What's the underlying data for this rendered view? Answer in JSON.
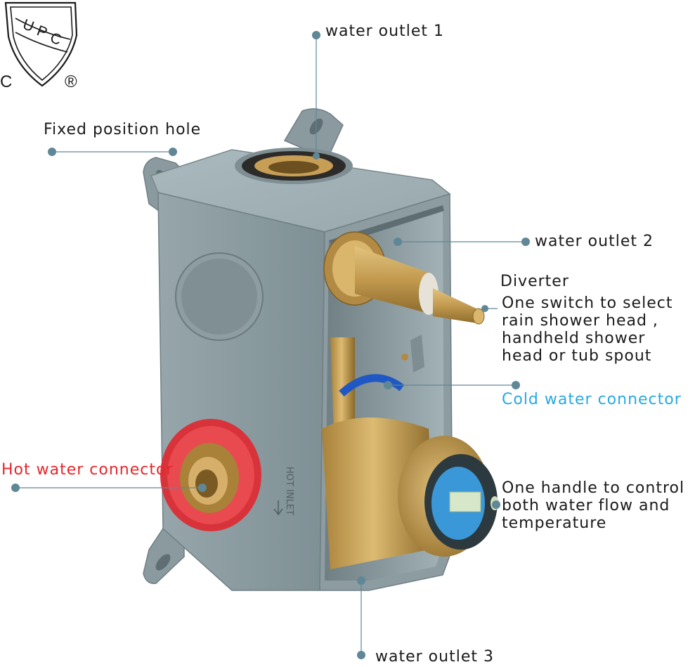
{
  "certification": {
    "letters": [
      "U",
      "P",
      "C"
    ],
    "prefix": "C",
    "registered": "®",
    "icon": "upc-certification-shield-icon"
  },
  "colors": {
    "text": "#1a1a1a",
    "hot": "#e8262b",
    "cold": "#29a9e0",
    "leader": "#5f8796",
    "box": "#8e9ea3",
    "brass": "#c29a4f"
  },
  "product": {
    "housing_print": "HOT INLET"
  },
  "callouts": {
    "water_outlet_1": "water outlet 1",
    "fixed_position_hole": "Fixed position hole",
    "water_outlet_2": "water outlet 2",
    "diverter_title": "Diverter",
    "diverter_desc": [
      "One switch to select",
      "rain shower head ,",
      "handheld shower",
      "head or tub spout"
    ],
    "cold_water_connector": "Cold water connector",
    "hot_water_connector": "Hot water connector",
    "handle_desc": [
      "One handle to control",
      "both water flow and",
      "temperature"
    ],
    "water_outlet_3": "water outlet 3"
  }
}
